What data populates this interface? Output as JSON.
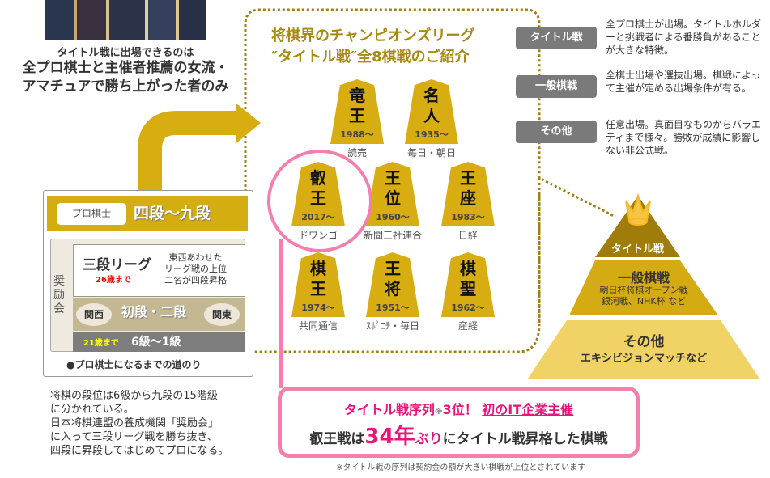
{
  "intro": {
    "line1": "タイトル戦に出場できるのは",
    "line2": "全プロ棋士と主催者推薦の女流・",
    "line3": "アマチュアで勝ち上がった者のみ"
  },
  "ladder": {
    "pro_label": "プロ棋士",
    "pro_rank": "四段～九段",
    "shoreikai": "奨励会",
    "sandan": "三段リーグ",
    "sandan_age": "26歳まで",
    "sandan_desc": "東西あわせた\nリーグ戦の上位\n二名が四段昇格",
    "shodan": "初段・二段",
    "kansai": "関西",
    "kanto": "関東",
    "kyu_age": "21歳まで",
    "kyu": "6級～1級",
    "caption": "●プロ棋士になるまでの道のり"
  },
  "explanation": [
    "将棋の段位は6級から九段の15階級",
    "に分かれている。",
    "日本将棋連盟の養成機関「奨励会」",
    "に入って三段リーグ戦を勝ち抜き、",
    "四段に昇段してはじめてプロになる。"
  ],
  "title": {
    "line1": "将棋界のチャンピオンズリーグ",
    "line2": "″タイトル戦″全8棋戦のご紹介"
  },
  "pieces": [
    {
      "chars": "竜王",
      "year": "1988～",
      "sponsor": "読売"
    },
    {
      "chars": "名人",
      "year": "1935～",
      "sponsor": "毎日・朝日"
    },
    {
      "chars": "叡王",
      "year": "2017～",
      "sponsor": "ドワンゴ"
    },
    {
      "chars": "王位",
      "year": "1960～",
      "sponsor": "新聞三社連合"
    },
    {
      "chars": "王座",
      "year": "1983～",
      "sponsor": "日経"
    },
    {
      "chars": "棋王",
      "year": "1974～",
      "sponsor": "共同通信"
    },
    {
      "chars": "王将",
      "year": "1951～",
      "sponsor": "ｽﾎﾟﾆﾁ・毎日"
    },
    {
      "chars": "棋聖",
      "year": "1962～",
      "sponsor": "産経"
    }
  ],
  "highlight": {
    "a": "タイトル戦序列",
    "mark": "※",
    "b": "3位！",
    "c": "初のIT企業主催",
    "d": "叡王戦は",
    "e": "34年",
    "f": "ぶり",
    "g": "にタイトル戦昇格した棋戦"
  },
  "footnote": "※タイトル戦の序列は契約金の額が大きい棋戦が上位とされています",
  "categories": [
    {
      "label": "タイトル戦",
      "desc": "全プロ棋士が出場。タイトルホルダーと挑戦者による番勝負があることが大きな特徴。"
    },
    {
      "label": "一般棋戦",
      "desc": "全棋士出場や選抜出場。棋戦によって主催が定める出場条件が有る。"
    },
    {
      "label": "その他",
      "desc": "任意出場。真面目なものからバラエティまで様々。勝敗が成績に影響しない非公式戦。"
    }
  ],
  "pyramid": {
    "top": "タイトル戦",
    "mid": "一般棋戦",
    "mid_sub1": "朝日杯将棋オープン戦",
    "mid_sub2": "銀河戦、NHK杯 など",
    "bottom": "その他",
    "bottom_sub": "エキシビジョンマッチなど"
  }
}
